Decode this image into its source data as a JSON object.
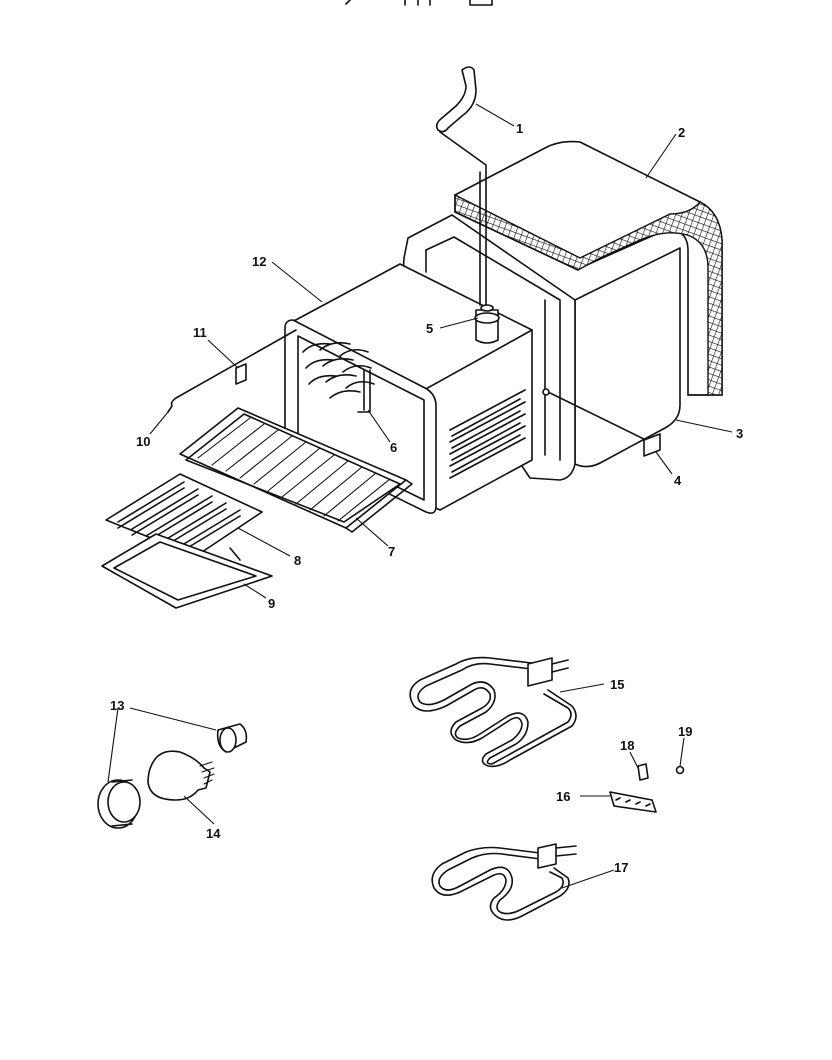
{
  "diagram": {
    "part_numbers": {
      "p1": "1",
      "p2": "2",
      "p3": "3",
      "p4": "4",
      "p5": "5",
      "p6": "6",
      "p7": "7",
      "p8": "8",
      "p9": "9",
      "p10": "10",
      "p11": "11",
      "p12": "12",
      "p13": "13",
      "p14": "14",
      "p15": "15",
      "p16": "16",
      "p17": "17",
      "p18": "18",
      "p19": "19"
    },
    "colors": {
      "line": "#111111",
      "background": "#ffffff"
    }
  }
}
